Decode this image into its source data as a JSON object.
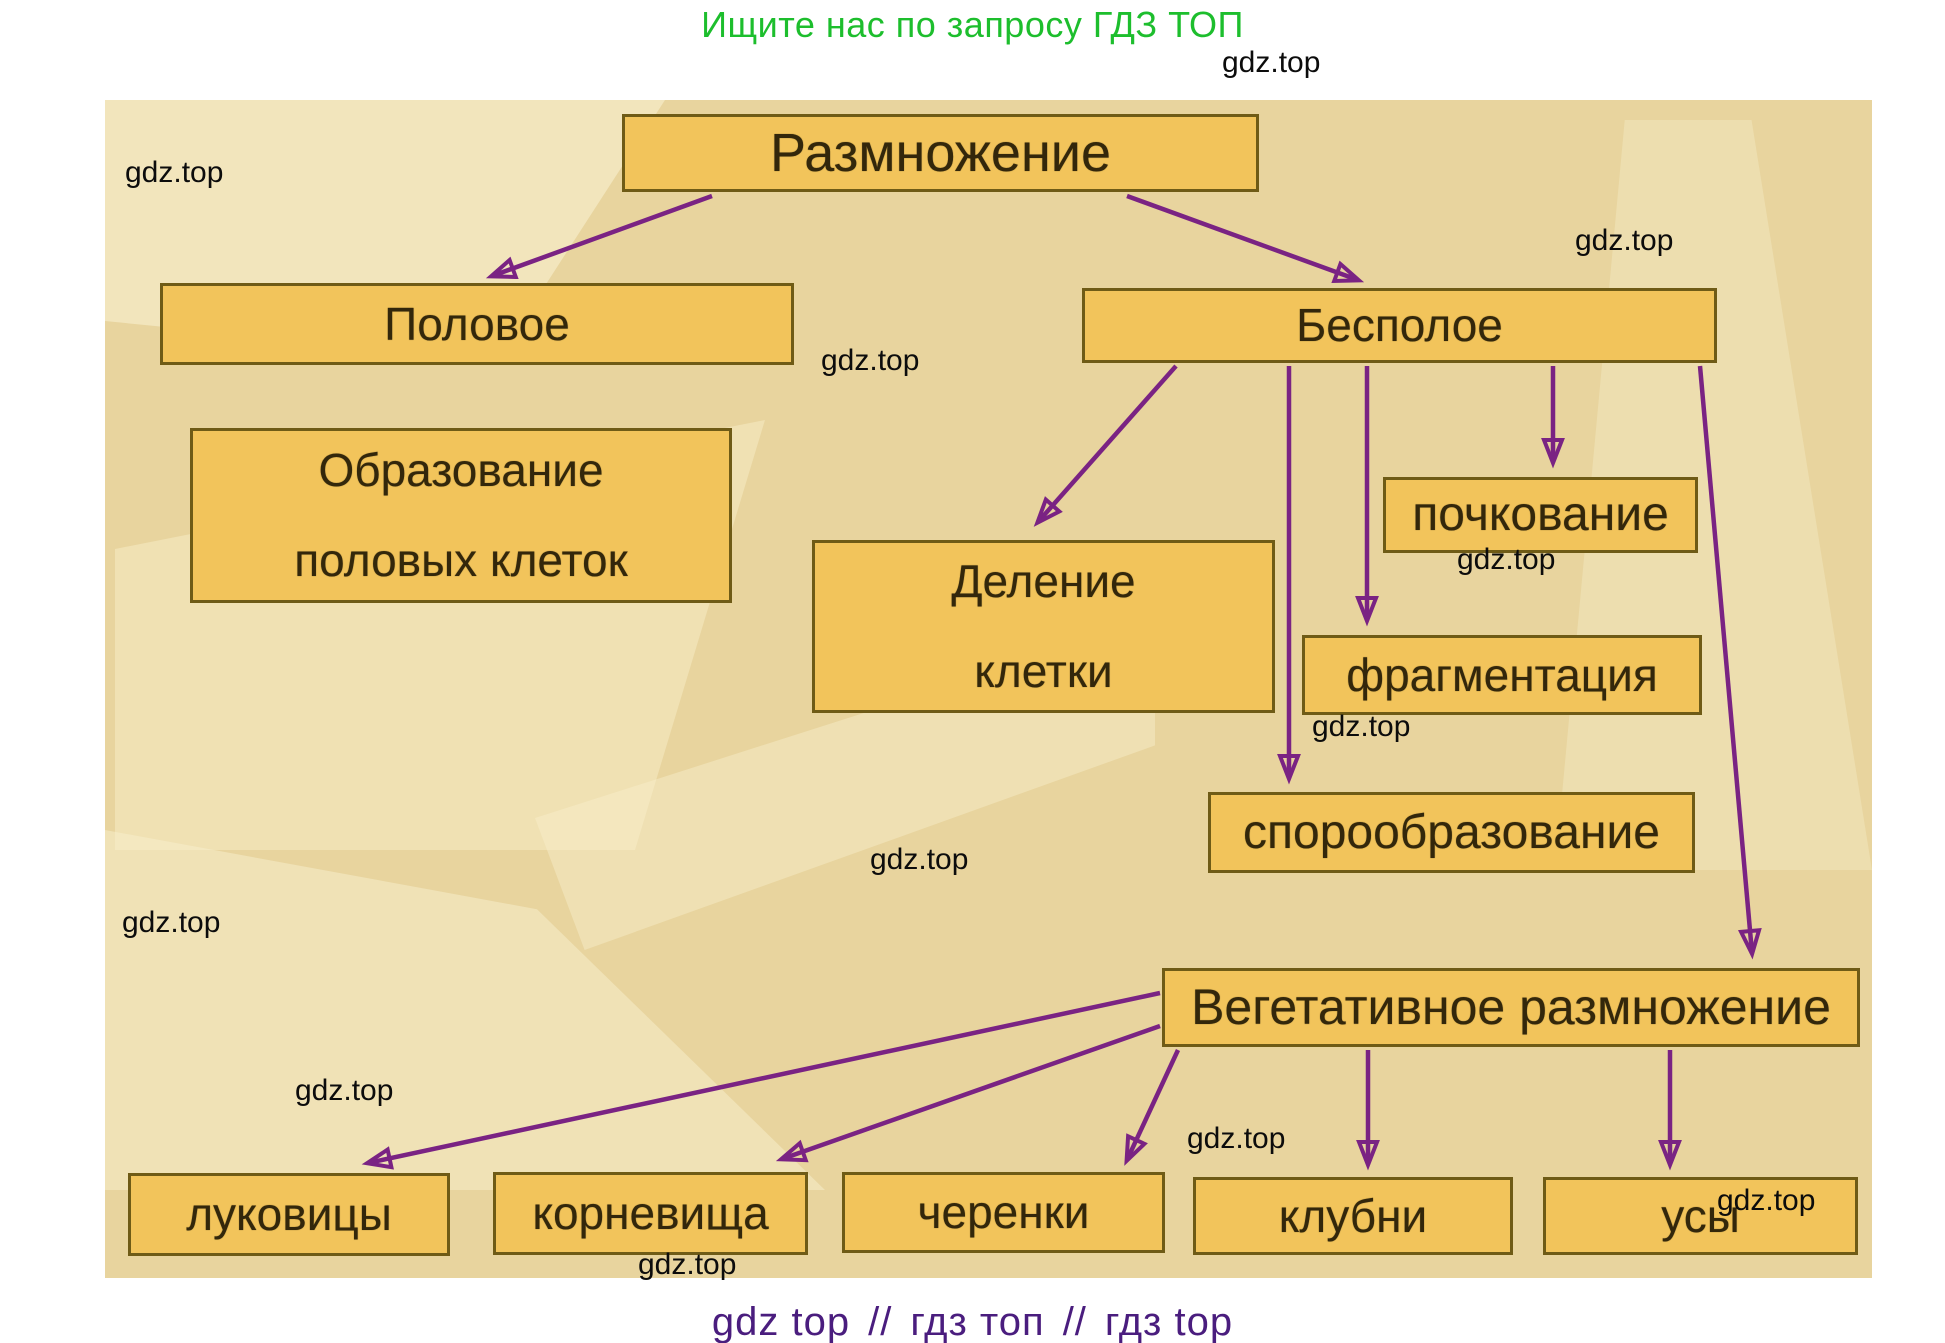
{
  "header": {
    "text": "Ищите нас по запросу ГДЗ ТОП",
    "color": "#1dbe2d"
  },
  "watermark": {
    "text": "gdz.top",
    "color": "#0c0c0c"
  },
  "footer": {
    "parts": [
      "gdz top",
      "гдз топ",
      "гдз top"
    ],
    "separator": "//",
    "color": "#4a1d7e"
  },
  "diagram": {
    "background": "#e8d49e",
    "box_fill": "#f2c45b",
    "box_border": "#6f5b16",
    "box_text_color": "#33270b",
    "arrow_color": "#7a2383",
    "nodes": {
      "razmnozhenie": {
        "label": "Размножение"
      },
      "polovoe": {
        "label": "Половое"
      },
      "bespoloe": {
        "label": "Бесполое"
      },
      "obrazovanie": {
        "label": "Образование\nполовых клеток"
      },
      "delenie": {
        "label": "Деление\nклетки"
      },
      "pochkovanie": {
        "label": "почкование"
      },
      "fragmentacia": {
        "label": "фрагментация"
      },
      "sporoobrazovanie": {
        "label": "спорообразование"
      },
      "vegetativnoe": {
        "label": "Вегетативное размножение"
      },
      "lukovicy": {
        "label": "луковицы"
      },
      "kornevishcha": {
        "label": "корневища"
      },
      "cherenki": {
        "label": "черенки"
      },
      "klubni": {
        "label": "клубни"
      },
      "usy": {
        "label": "усы"
      }
    },
    "edges": [
      {
        "from": "Размножение",
        "to": "Половое"
      },
      {
        "from": "Размножение",
        "to": "Бесполое"
      },
      {
        "from": "Бесполое",
        "to": "Деление клетки"
      },
      {
        "from": "Бесполое",
        "to": "почкование"
      },
      {
        "from": "Бесполое",
        "to": "фрагментация"
      },
      {
        "from": "Бесполое",
        "to": "спорообразование"
      },
      {
        "from": "Бесполое",
        "to": "Вегетативное размножение"
      },
      {
        "from": "Вегетативное размножение",
        "to": "луковицы"
      },
      {
        "from": "Вегетативное размножение",
        "to": "корневища"
      },
      {
        "from": "Вегетативное размножение",
        "to": "черенки"
      },
      {
        "from": "Вегетативное размножение",
        "to": "клубни"
      },
      {
        "from": "Вегетативное размножение",
        "to": "усы"
      }
    ]
  }
}
